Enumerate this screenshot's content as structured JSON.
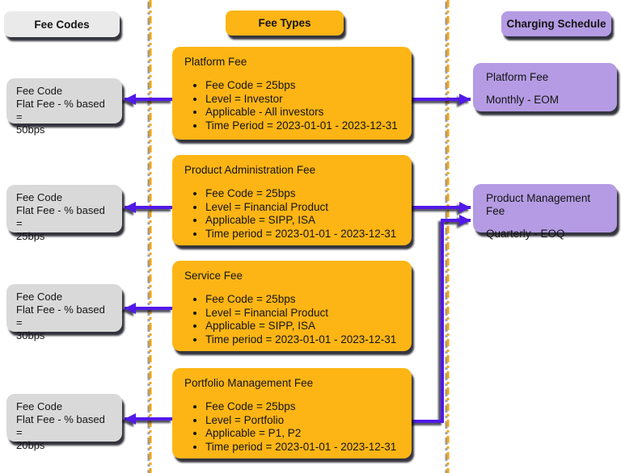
{
  "diagram": {
    "fee_codes": {
      "header": "Fee Codes",
      "boxes": [
        {
          "lines": [
            "Fee Code",
            "Flat Fee - % based =",
            "50bps"
          ]
        },
        {
          "lines": [
            "Fee Code",
            "Flat Fee - % based =",
            "25bps"
          ]
        },
        {
          "lines": [
            "Fee Code",
            "Flat Fee - % based =",
            "30bps"
          ]
        },
        {
          "lines": [
            "Fee Code",
            "Flat Fee - % based =",
            "20bps"
          ]
        }
      ]
    },
    "fee_types": {
      "header": "Fee Types",
      "boxes": [
        {
          "title": "Platform Fee",
          "bullets": [
            "Fee Code = 25bps",
            "Level = Investor",
            "Applicable - All investors",
            "Time Period = 2023-01-01  - 2023-12-31"
          ]
        },
        {
          "title": "Product Administration Fee",
          "bullets": [
            "Fee Code = 25bps",
            "Level = Financial Product",
            "Applicable = SIPP, ISA",
            "Time period = 2023-01-01 - 2023-12-31"
          ]
        },
        {
          "title": "Service Fee",
          "bullets": [
            "Fee Code = 25bps",
            "Level = Financial Product",
            "Applicable = SIPP, ISA",
            "Time period = 2023-01-01 - 2023-12-31"
          ]
        },
        {
          "title": "Portfolio Management Fee",
          "bullets": [
            "Fee Code = 25bps",
            "Level = Portfolio",
            "Applicable = P1, P2",
            "Time period = 2023-01-01 - 2023-12-31"
          ]
        }
      ]
    },
    "charging_schedule": {
      "header": "Charging Schedule",
      "boxes": [
        {
          "lines": [
            "Platform Fee",
            "Monthly - EOM"
          ]
        },
        {
          "lines": [
            "Product Management Fee",
            "Quarterly - EOQ"
          ]
        }
      ]
    }
  },
  "colors": {
    "fee_type_fill": "#FDB515",
    "schedule_fill": "#B49BE3",
    "fee_code_fill": "#D9D9D9",
    "header_gray_fill": "#EAEAEA",
    "connector": "#5219E9",
    "divider_dashed": "#F2A60E",
    "text": "#141414"
  }
}
